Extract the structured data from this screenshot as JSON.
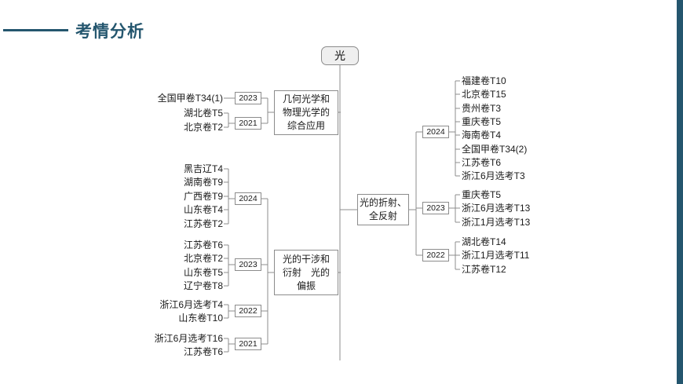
{
  "theme": {
    "accent": "#24566e",
    "line_color": "#8c8c8c",
    "box_border": "#8c8c8c",
    "root_fill": "#efefef"
  },
  "header": {
    "title": "考情分析"
  },
  "root": {
    "label": "光"
  },
  "branches": {
    "left_top": {
      "label": "几何光学和物理光学的综合应用",
      "label_lines": [
        "几何光学和",
        "物理光学的",
        "综合应用"
      ],
      "groups": [
        {
          "year": "2023",
          "items": [
            "全国甲卷T34(1)"
          ]
        },
        {
          "year": "2021",
          "items": [
            "湖北卷T5",
            "北京卷T2"
          ]
        }
      ]
    },
    "left_bottom": {
      "label": "光的干涉和衍射　光的偏振",
      "label_lines": [
        "光的干涉和",
        "衍射　光的",
        "偏振"
      ],
      "groups": [
        {
          "year": "2024",
          "items": [
            "黑吉辽T4",
            "湖南卷T9",
            "广西卷T9",
            "山东卷T4",
            "江苏卷T2"
          ]
        },
        {
          "year": "2023",
          "items": [
            "江苏卷T6",
            "北京卷T2",
            "山东卷T5",
            "辽宁卷T8"
          ]
        },
        {
          "year": "2022",
          "items": [
            "浙江6月选考T4",
            "山东卷T10"
          ]
        },
        {
          "year": "2021",
          "items": [
            "浙江6月选考T16",
            "江苏卷T6"
          ]
        }
      ]
    },
    "right": {
      "label": "光的折射、全反射",
      "label_lines": [
        "光的折射、",
        "全反射"
      ],
      "groups": [
        {
          "year": "2024",
          "items": [
            "福建卷T10",
            "北京卷T15",
            "贵州卷T3",
            "重庆卷T5",
            "海南卷T4",
            "全国甲卷T34(2)",
            "江苏卷T6",
            "浙江6月选考T3"
          ]
        },
        {
          "year": "2023",
          "items": [
            "重庆卷T5",
            "浙江6月选考T13",
            "浙江1月选考T13"
          ]
        },
        {
          "year": "2022",
          "items": [
            "湖北卷T14",
            "浙江1月选考T11",
            "江苏卷T12"
          ]
        }
      ]
    }
  }
}
